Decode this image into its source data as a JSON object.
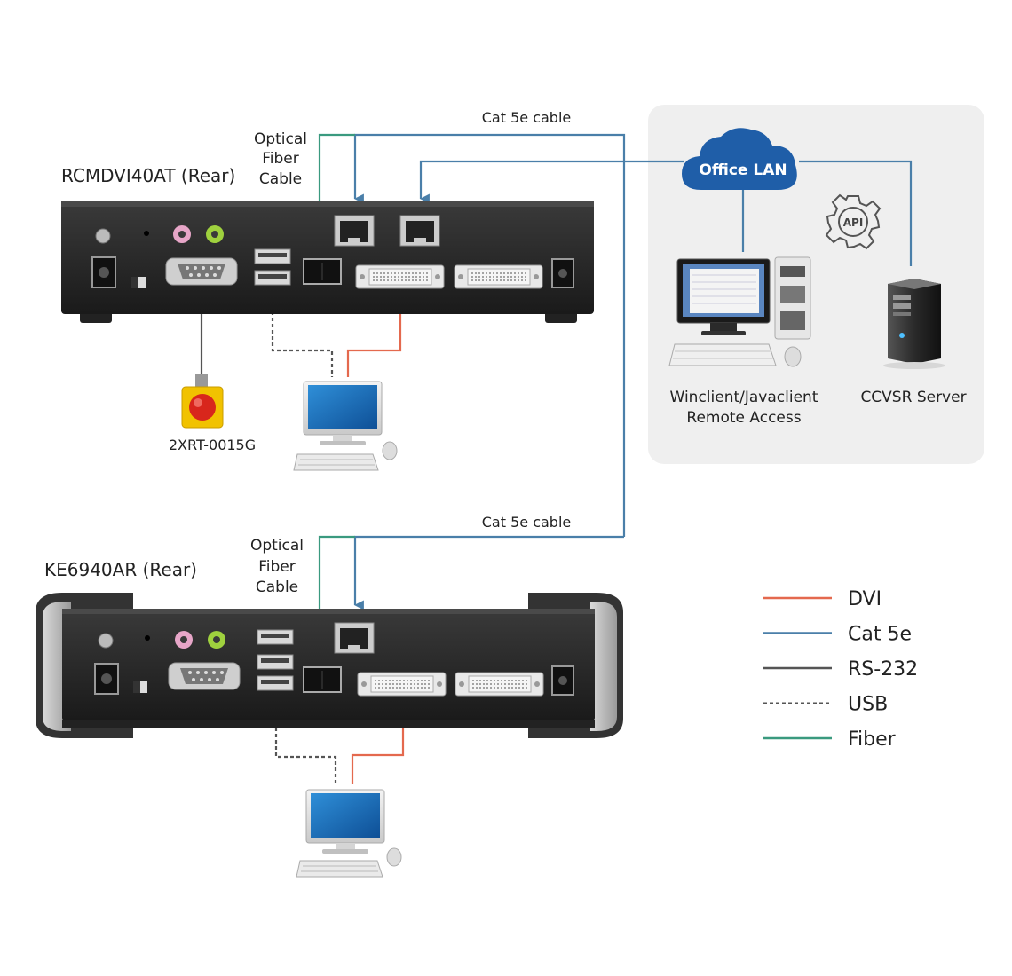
{
  "devices": {
    "top": {
      "title": "RCMDVI40AT (Rear)"
    },
    "bottom": {
      "title": "KE6940AR (Rear)"
    }
  },
  "cables": {
    "cat5e_top": "Cat 5e cable",
    "cat5e_bottom": "Cat 5e cable",
    "fiber_top": [
      "Optical",
      "Fiber",
      "Cable"
    ],
    "fiber_bottom": [
      "Optical",
      "Fiber",
      "Cable"
    ]
  },
  "peripherals": {
    "alarm_button": "2XRT-0015G"
  },
  "lan_panel": {
    "cloud_label": "Office LAN",
    "api_label": "API",
    "client_label": [
      "Winclient/Javaclient",
      "Remote Access"
    ],
    "server_label": "CCVSR Server"
  },
  "legend": [
    {
      "label": "DVI",
      "color": "#e4694e",
      "style": "solid"
    },
    {
      "label": "Cat 5e",
      "color": "#4a7fa9",
      "style": "solid"
    },
    {
      "label": "RS-232",
      "color": "#555555",
      "style": "solid"
    },
    {
      "label": "USB",
      "color": "#555555",
      "style": "dashed"
    },
    {
      "label": "Fiber",
      "color": "#3a9a7f",
      "style": "solid"
    }
  ],
  "colors": {
    "dvi": "#e4694e",
    "cat5e": "#4a7fa9",
    "rs232": "#555555",
    "usb": "#555555",
    "fiber": "#3a9a7f",
    "panel_bg": "#efefef",
    "cloud": "#1f5ea8"
  }
}
